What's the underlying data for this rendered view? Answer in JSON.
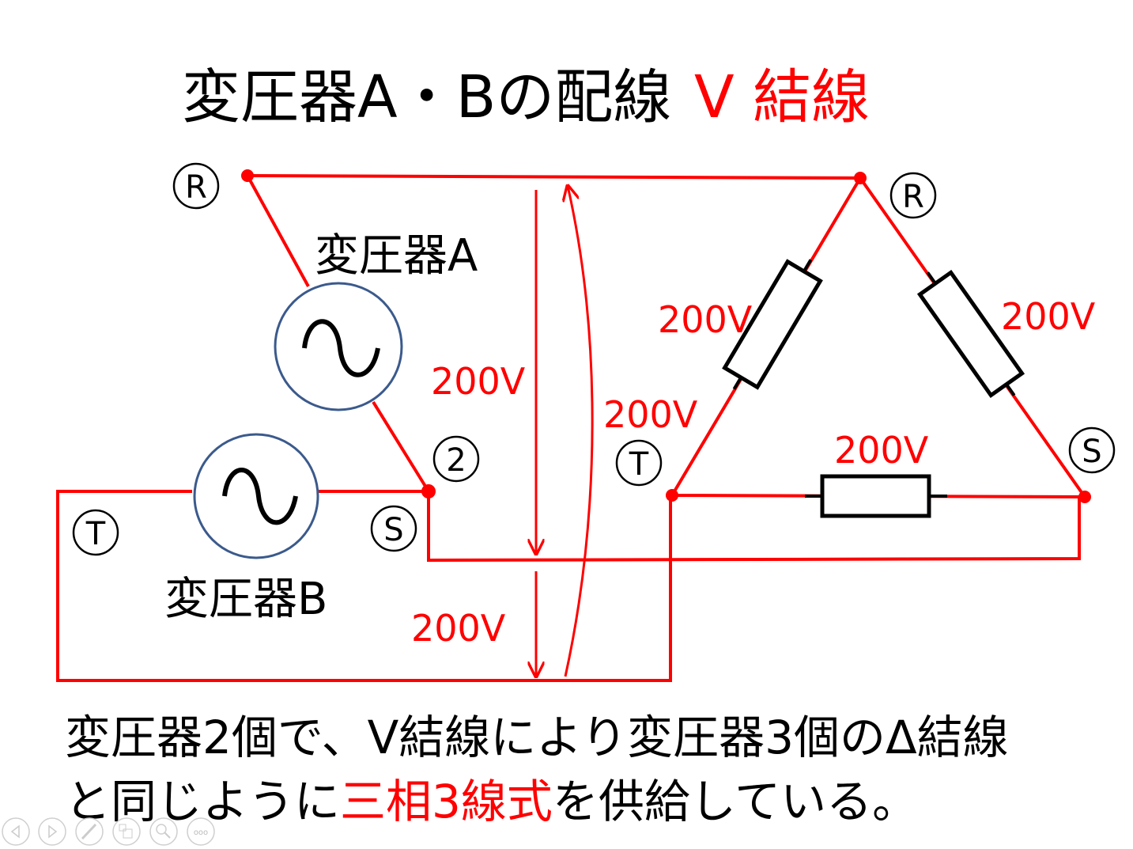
{
  "title": {
    "black": "変圧器A・Bの配線",
    "red": "V 結線"
  },
  "transformers": {
    "a": "変圧器A",
    "b": "変圧器B",
    "symbol": "∿"
  },
  "terminals": {
    "r_left": "R",
    "r_right": "R",
    "two": "2",
    "t_right": "T",
    "s_right": "S",
    "t_left": "T",
    "s_left": "S"
  },
  "voltages": {
    "vertical_upper": "200V",
    "vertical_lower": "200V",
    "curved": "200V",
    "delta_left": "200V",
    "delta_right": "200V",
    "delta_bottom": "200V"
  },
  "caption": {
    "line1": "変圧器2個で、V結線により変圧器3個のΔ結線",
    "line2_a": "と同じように",
    "line2_red": "三相3線式",
    "line2_b": "を供給している。"
  },
  "colors": {
    "wire": "#ff0000",
    "source_circle": "#3b5a8c",
    "text": "#000000"
  },
  "nav_icons": [
    "previous-icon",
    "next-icon",
    "pen-icon",
    "slides-icon",
    "zoom-icon",
    "more-icon"
  ]
}
